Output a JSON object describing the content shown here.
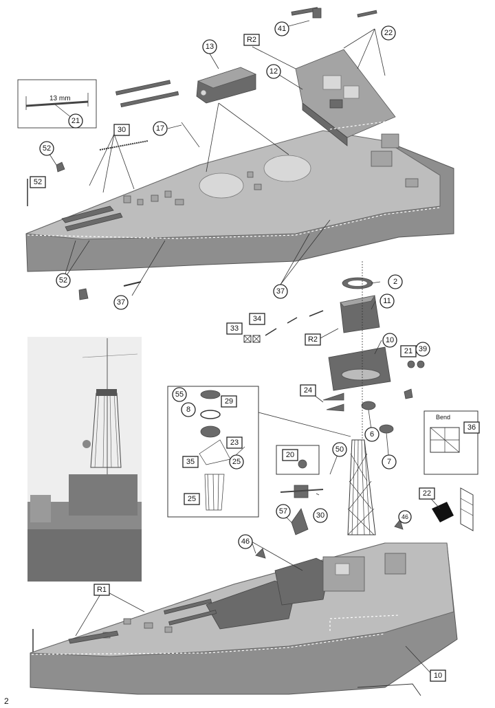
{
  "page_number": "2",
  "dimension_note": "13 mm",
  "bend_note": "Bend",
  "parts_top": [
    "13",
    "41",
    "22",
    "R2",
    "12",
    "21",
    "30",
    "17",
    "52",
    "52",
    "52",
    "37",
    "37",
    "2",
    "11",
    "33",
    "34",
    "R2",
    "10",
    "21",
    "39"
  ],
  "parts_mid": [
    "24",
    "55",
    "29",
    "8",
    "23",
    "35",
    "25",
    "25",
    "6",
    "7",
    "20",
    "50",
    "36",
    "22",
    "46",
    "57",
    "30"
  ],
  "parts_bottom": [
    "46",
    "R1",
    "10"
  ]
}
